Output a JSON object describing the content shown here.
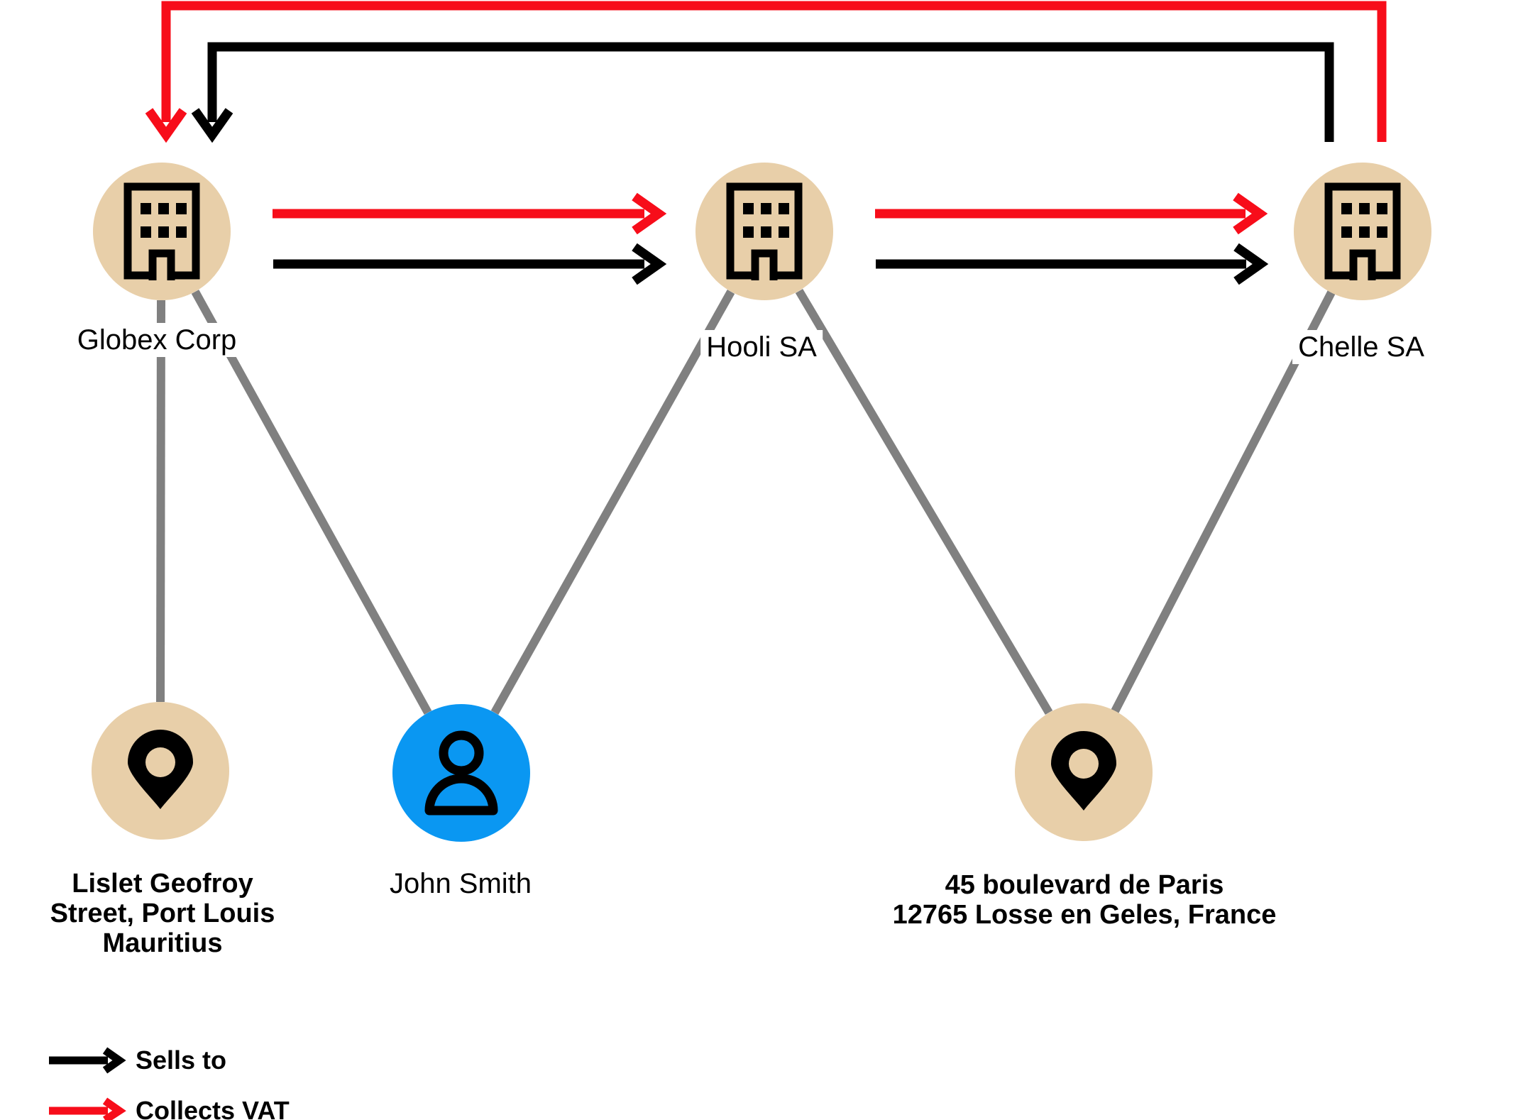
{
  "nodes": {
    "companies": [
      {
        "id": "globex",
        "label": "Globex Corp"
      },
      {
        "id": "hooli",
        "label": "Hooli SA"
      },
      {
        "id": "chelle",
        "label": "Chelle SA"
      }
    ],
    "person": {
      "label": "John Smith"
    },
    "addresses": [
      {
        "lines": [
          "Lislet Geofroy",
          "Street, Port Louis",
          "Mauritius"
        ]
      },
      {
        "lines": [
          "45 boulevard de Paris",
          "12765 Losse en Geles, France"
        ]
      }
    ]
  },
  "relationships": {
    "sells_to": [
      [
        "Globex Corp",
        "Hooli SA"
      ],
      [
        "Hooli SA",
        "Chelle SA"
      ],
      [
        "Chelle SA",
        "Globex Corp"
      ]
    ],
    "collects_vat": [
      [
        "Globex Corp",
        "Hooli SA"
      ],
      [
        "Hooli SA",
        "Chelle SA"
      ],
      [
        "Chelle SA",
        "Globex Corp"
      ]
    ],
    "located_at": [
      [
        "Globex Corp",
        "Lislet Geofroy Street, Port Louis Mauritius"
      ],
      [
        "Hooli SA",
        "45 boulevard de Paris 12765 Losse en Geles, France"
      ],
      [
        "Chelle SA",
        "45 boulevard de Paris 12765 Losse en Geles, France"
      ]
    ],
    "linked_person": [
      [
        "Globex Corp",
        "John Smith"
      ],
      [
        "Hooli SA",
        "John Smith"
      ]
    ]
  },
  "legend": {
    "items": [
      {
        "label": "Sells to",
        "color_key": "black"
      },
      {
        "label": "Collects VAT",
        "color_key": "red"
      }
    ]
  },
  "colors": {
    "red": "#f70d1a",
    "black": "#000000",
    "gray": "#808080",
    "tan": "#e8cfa9",
    "blue": "#0a97f2",
    "canvas": "#ffffff"
  },
  "icons": {
    "company": "building-icon",
    "person": "person-icon",
    "address": "location-pin-icon"
  }
}
